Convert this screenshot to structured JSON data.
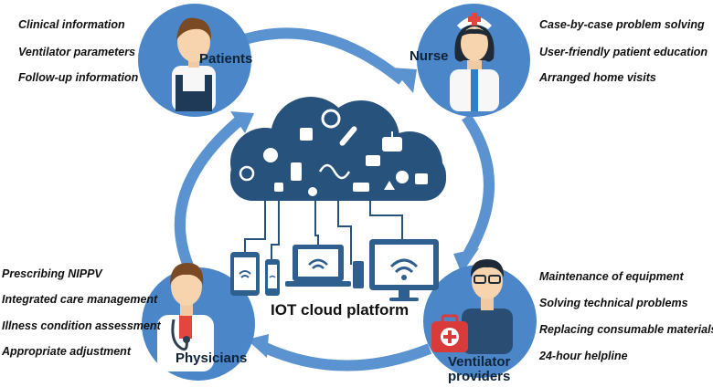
{
  "center": {
    "title": "IOT cloud platform"
  },
  "patients": {
    "label": "Patients",
    "items": [
      "Clinical information",
      "Ventilator parameters",
      "Follow-up information"
    ]
  },
  "nurse": {
    "label": "Nurse",
    "items": [
      "Case-by-case problem solving",
      "User-friendly patient education",
      "Arranged home visits"
    ]
  },
  "physicians": {
    "label": "Physicians",
    "items": [
      "Prescribing NIPPV",
      "Integrated care management",
      "Illness condition assessment",
      "Appropriate adjustment"
    ]
  },
  "providers": {
    "label_line1": "Ventilator",
    "label_line2": "providers",
    "items": [
      "Maintenance of equipment",
      "Solving technical problems",
      "Replacing consumable materials",
      "24-hour helpline"
    ]
  },
  "colors": {
    "circle": "#4a86c8",
    "cloud": "#26527c",
    "device": "#2f5f8f",
    "ring": "#6aa0d8",
    "text": "#111111"
  },
  "icons": [
    "patient-icon",
    "nurse-icon",
    "physician-icon",
    "provider-icon",
    "cloud-icon",
    "tablet-icon",
    "phone-icon",
    "laptop-icon",
    "monitor-icon",
    "cycle-arrow-icon"
  ]
}
